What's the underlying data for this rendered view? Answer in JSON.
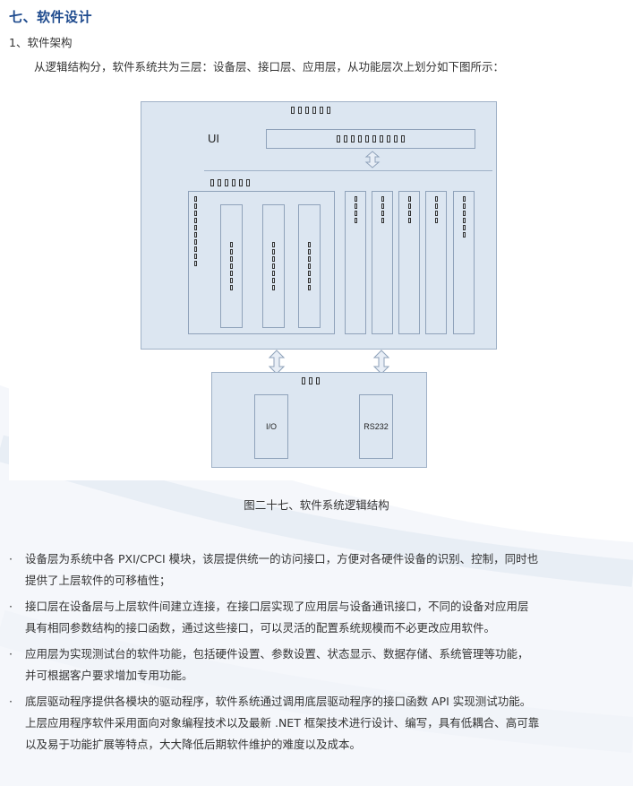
{
  "section_title": "七、软件设计",
  "sub_title": "1、软件架构",
  "intro": "从逻辑结构分，软件系统共为三层：设备层、接口层、应用层，从功能层次上划分如下图所示：",
  "diagram": {
    "ui_label": "UI",
    "io_label": "I/O",
    "rs232_label": "RS232"
  },
  "caption": "图二十七、软件系统逻辑结构",
  "bullets": [
    {
      "line1": "设备层为系统中各 PXI/CPCI 模块，该层提供统一的访问接口，方便对各硬件设备的识别、控制，同时也",
      "line2": "提供了上层软件的可移植性；"
    },
    {
      "line1": "接口层在设备层与上层软件间建立连接，在接口层实现了应用层与设备通讯接口，不同的设备对应用层",
      "line2": "具有相同参数结构的接口函数，通过这些接口，可以灵活的配置系统规模而不必更改应用软件。"
    },
    {
      "line1": "应用层为实现测试台的软件功能，包括硬件设置、参数设置、状态显示、数据存储、系统管理等功能，",
      "line2": "并可根据客户要求增加专用功能。"
    },
    {
      "line1": "底层驱动程序提供各模块的驱动程序，软件系统通过调用底层驱动程序的接口函数 API 实现测试功能。",
      "line2": "上层应用程序软件采用面向对象编程技术以及最新 .NET 框架技术进行设计、编写，具有低耦合、高可靠",
      "line3": "以及易于功能扩展等特点，大大降低后期软件维护的难度以及成本。"
    }
  ],
  "bullet_symbol": "·",
  "colors": {
    "title": "#1f4b8e",
    "box_fill": "#dce6f1",
    "box_border": "#9fb1c7"
  }
}
